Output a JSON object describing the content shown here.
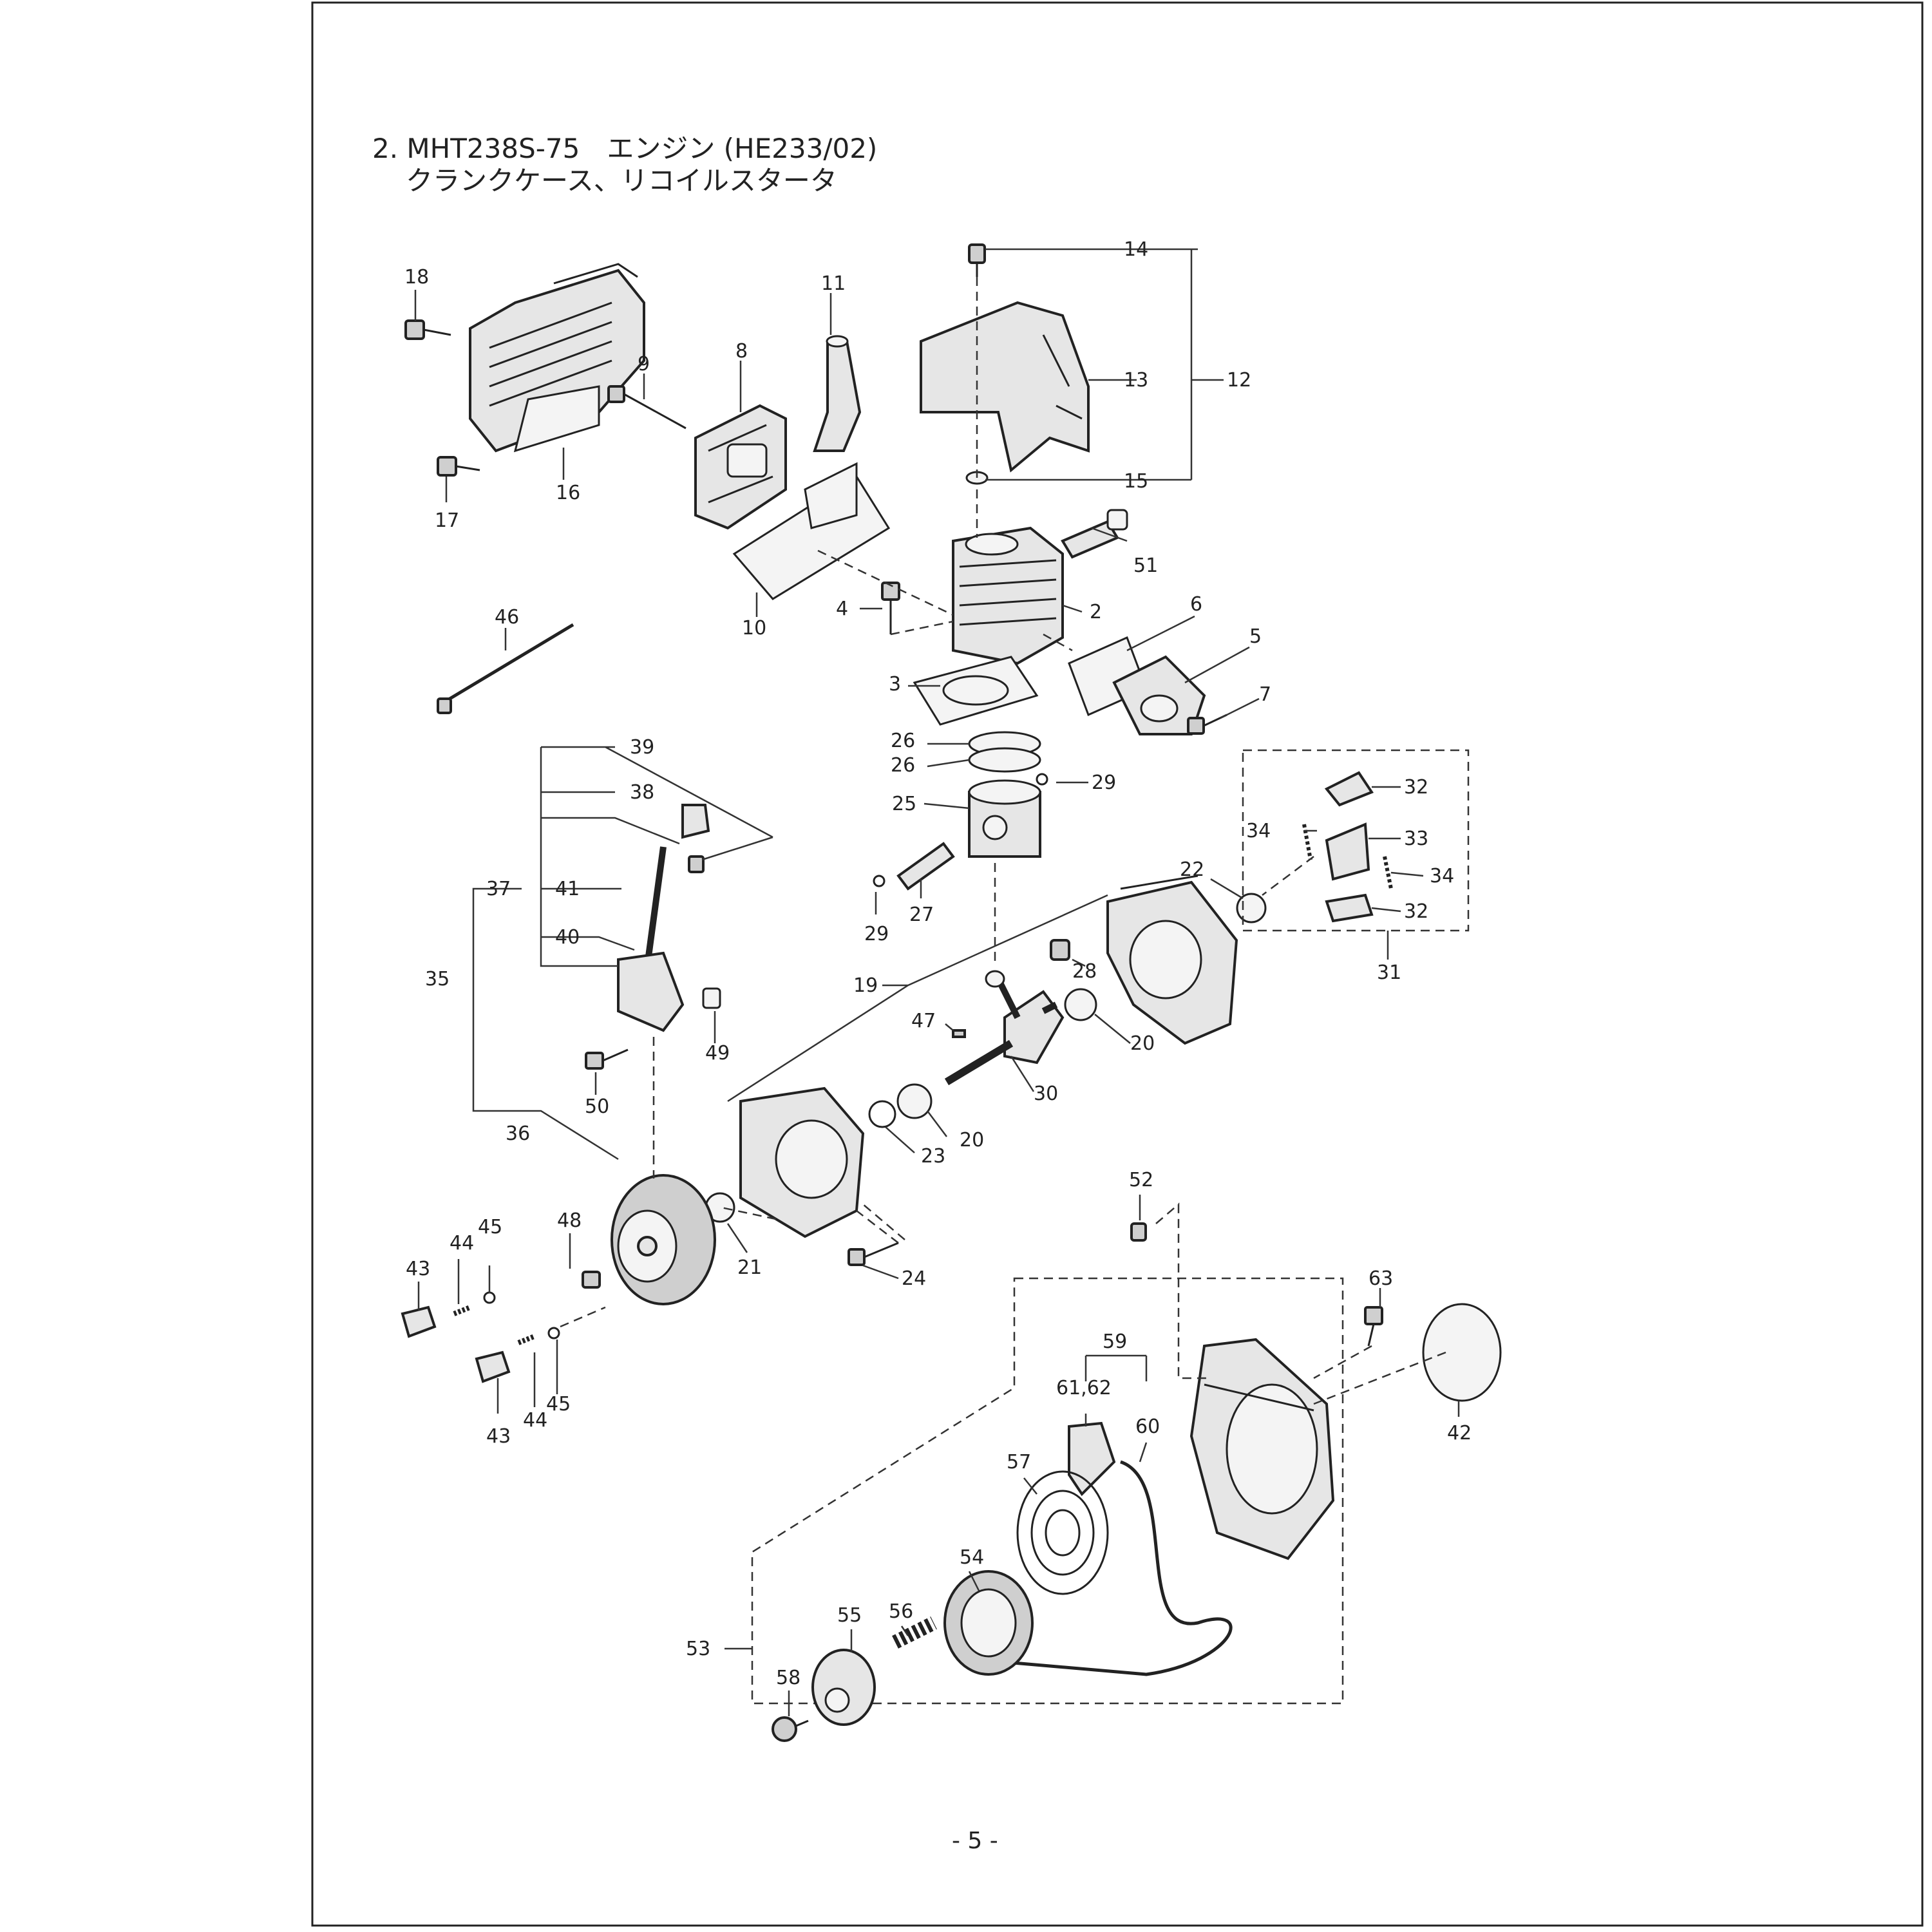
{
  "title": {
    "line1": "2. MHT238S-75　エンジン (HE233/02)",
    "line2": "クランクケース、リコイルスタータ"
  },
  "page_number": "- 5 -",
  "callouts": {
    "c2": "2",
    "c3": "3",
    "c4": "4",
    "c5": "5",
    "c6": "6",
    "c7": "7",
    "c8": "8",
    "c9": "9",
    "c10": "10",
    "c11": "11",
    "c12": "12",
    "c13": "13",
    "c14": "14",
    "c15": "15",
    "c16": "16",
    "c17": "17",
    "c18": "18",
    "c19": "19",
    "c20a": "20",
    "c20b": "20",
    "c21": "21",
    "c22": "22",
    "c23": "23",
    "c24": "24",
    "c25": "25",
    "c26a": "26",
    "c26b": "26",
    "c27": "27",
    "c28": "28",
    "c29a": "29",
    "c29b": "29",
    "c30": "30",
    "c31": "31",
    "c32a": "32",
    "c32b": "32",
    "c33": "33",
    "c34a": "34",
    "c34b": "34",
    "c35": "35",
    "c36": "36",
    "c37": "37",
    "c38": "38",
    "c39": "39",
    "c40": "40",
    "c41": "41",
    "c42": "42",
    "c43a": "43",
    "c43b": "43",
    "c44a": "44",
    "c44b": "44",
    "c45a": "45",
    "c45b": "45",
    "c46": "46",
    "c47": "47",
    "c48": "48",
    "c49": "49",
    "c50": "50",
    "c51": "51",
    "c52": "52",
    "c53": "53",
    "c54": "54",
    "c55": "55",
    "c56": "56",
    "c57": "57",
    "c58": "58",
    "c59": "59",
    "c60": "60",
    "c6162": "61,62",
    "c63": "63"
  }
}
